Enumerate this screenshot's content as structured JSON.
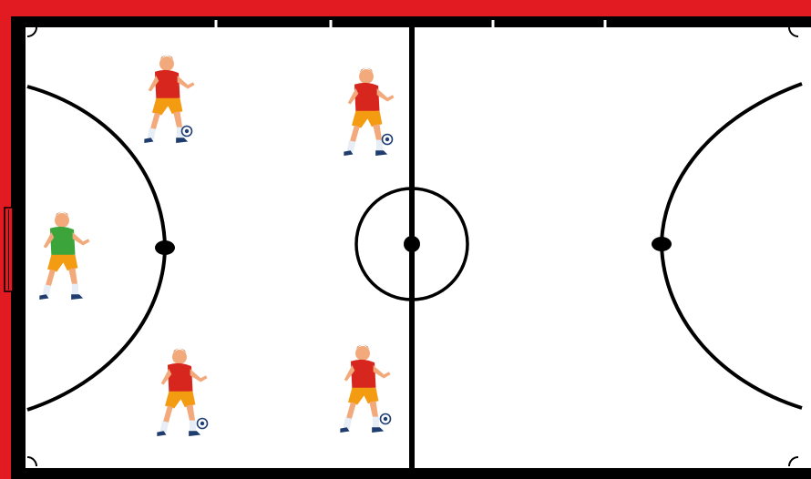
{
  "colors": {
    "surround": "#e21b23",
    "court_line": "#000000",
    "court_floor": "#ffffff",
    "outfield_shirt": "#d7261e",
    "goalkeeper_shirt": "#3ba53b",
    "shorts": "#f39c12",
    "skin": "#f2a97b",
    "hair": "#c0642a",
    "socks": "#e8eef5",
    "boots": "#1e3c6e",
    "ball": "#1f3f74"
  },
  "court": {
    "type": "futsal-half-court-drill",
    "icons": [
      "center-circle",
      "penalty-arc-left",
      "penalty-arc-right",
      "penalty-spot-left",
      "penalty-spot-right",
      "center-spot",
      "goal-left"
    ]
  },
  "players": [
    {
      "id": "outfield-top-left",
      "role": "outfield",
      "has_ball": true
    },
    {
      "id": "outfield-top-center",
      "role": "outfield",
      "has_ball": true
    },
    {
      "id": "goalkeeper",
      "role": "goalkeeper",
      "has_ball": false
    },
    {
      "id": "outfield-bottom-left",
      "role": "outfield",
      "has_ball": true
    },
    {
      "id": "outfield-bottom-center",
      "role": "outfield",
      "has_ball": true
    }
  ]
}
